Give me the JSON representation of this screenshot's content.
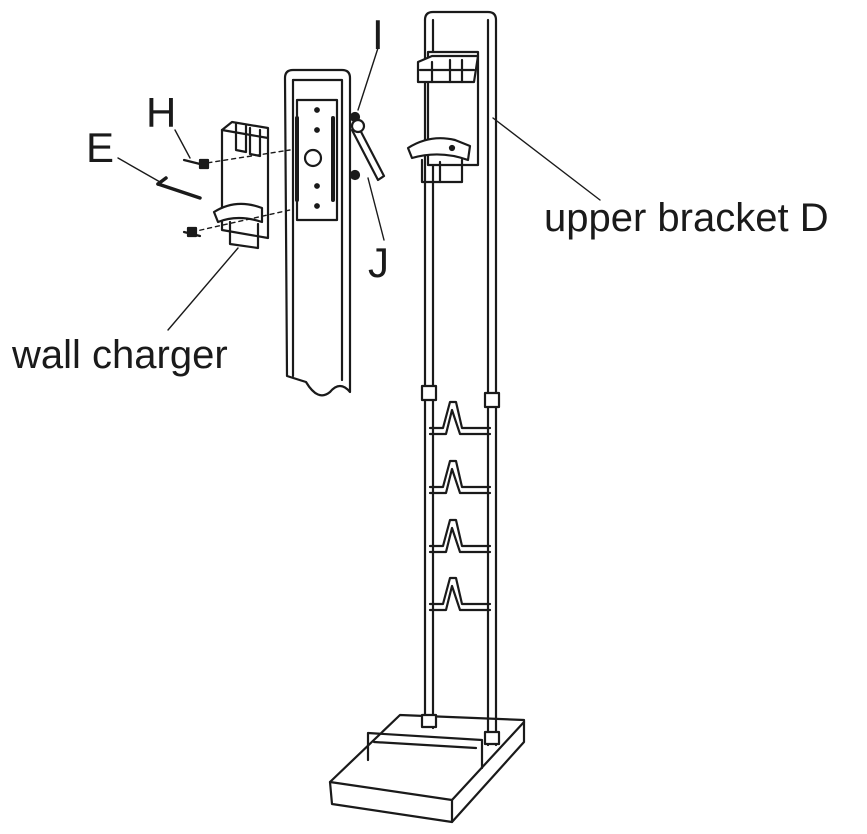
{
  "labels": {
    "i": "I",
    "h": "H",
    "e": "E",
    "j": "J",
    "upper_bracket": "upper bracket D",
    "wall_charger": "wall charger"
  },
  "colors": {
    "ink": "#1a1a1a",
    "background": "#ffffff",
    "panel_fill": "#ffffff"
  }
}
